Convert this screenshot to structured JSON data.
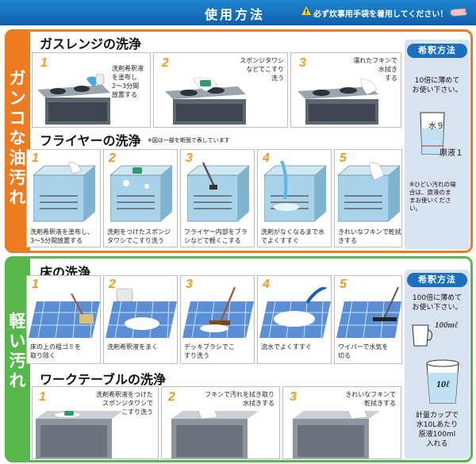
{
  "header": {
    "title": "使用方法",
    "warning": "必ず炊事用手袋を着用してください！"
  },
  "section_heavy": {
    "side_label": [
      "ガ",
      "ン",
      "コ",
      "な",
      "油",
      "汚",
      "れ"
    ],
    "gas": {
      "title": "ガスレンジの洗浄",
      "steps": [
        {
          "num": "1",
          "text": [
            "洗剤希釈液",
            "を塗布し",
            "2～3分間",
            "放置する"
          ]
        },
        {
          "num": "2",
          "text": [
            "スポンジタワシ",
            "などでこすり",
            "洗う"
          ]
        },
        {
          "num": "3",
          "text": [
            "濡れたフキンで",
            "水拭き",
            "する"
          ]
        }
      ]
    },
    "fryer": {
      "title": "フライヤーの洗浄",
      "note": "※図は一部を断面で表しています",
      "steps": [
        {
          "num": "1",
          "text": [
            "洗剤希釈液を塗布し、",
            "3～5分間放置する"
          ]
        },
        {
          "num": "2",
          "text": [
            "洗剤をつけたスポンジ",
            "タワシでこすり洗う"
          ]
        },
        {
          "num": "3",
          "text": [
            "フライヤー内部をブラ",
            "シなどで軽くこする"
          ]
        },
        {
          "num": "4",
          "text": [
            "洗剤がなくなるまで水",
            "でよくすすぐ"
          ]
        },
        {
          "num": "5",
          "text": [
            "きれいなフキンで乾拭",
            "きする"
          ]
        }
      ]
    },
    "dilution": {
      "badge": "希釈方法",
      "text": [
        "10倍に薄めて",
        "お使い下さい。"
      ],
      "water": "水９",
      "stock": "原液１",
      "note": [
        "※ひどい汚れの場",
        "合は、原液のま",
        "まお使いくださ",
        "い。"
      ]
    }
  },
  "section_light": {
    "side_label": [
      "軽",
      "い",
      "汚",
      "れ"
    ],
    "floor": {
      "title": "床の洗浄",
      "steps": [
        {
          "num": "1",
          "text": [
            "床の上の粗ゴミを",
            "取り除く"
          ]
        },
        {
          "num": "2",
          "text": [
            "洗剤希釈液をまく"
          ]
        },
        {
          "num": "3",
          "text": [
            "デッキブラシでこ",
            "すり洗う"
          ]
        },
        {
          "num": "4",
          "text": [
            "流水でよくすすぐ"
          ]
        },
        {
          "num": "5",
          "text": [
            "ワイパーで水気を",
            "切る"
          ]
        }
      ]
    },
    "table": {
      "title": "ワークテーブルの洗浄",
      "steps": [
        {
          "num": "1",
          "text": [
            "洗剤希釈液をつけた",
            "スポンジタワシで",
            "こすり洗う"
          ]
        },
        {
          "num": "2",
          "text": [
            "フキンで汚れを拭き取り",
            "水拭きする"
          ]
        },
        {
          "num": "3",
          "text": [
            "きれいなフキンで",
            "乾拭きする"
          ]
        }
      ]
    },
    "dilution": {
      "badge": "希釈方法",
      "text": [
        "100倍に薄めて",
        "お使い下さい。"
      ],
      "cup_label": "100mℓ",
      "bucket_label": "10ℓ",
      "bottom": [
        "計量カップで",
        "水10Lあたり",
        "原液100ml",
        "入れる"
      ]
    }
  },
  "colors": {
    "header_blue": "#1573c2",
    "heavy_orange": "#ec7b22",
    "light_green": "#58b74b",
    "step_number": "#f39a1e",
    "badge_blue": "#1b6fbf"
  },
  "icons": [
    "warning-icon",
    "glove-icon"
  ]
}
